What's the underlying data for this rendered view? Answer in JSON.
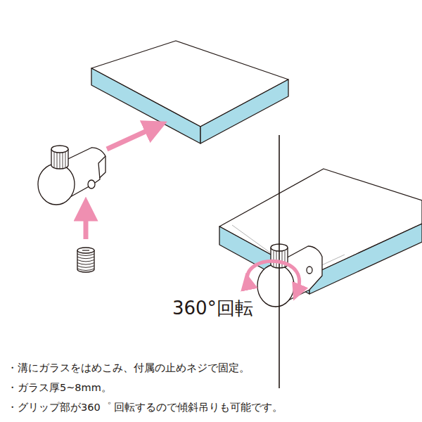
{
  "diagram": {
    "labels": [
      "360°回転",
      "・溝にガラスをはめこみ、付属の止めネジで固定。",
      "・ガラス厚5~8mm。",
      "・グリップ部が360゜ 回転するので傾斜吊りも可能です。"
    ]
  }
}
